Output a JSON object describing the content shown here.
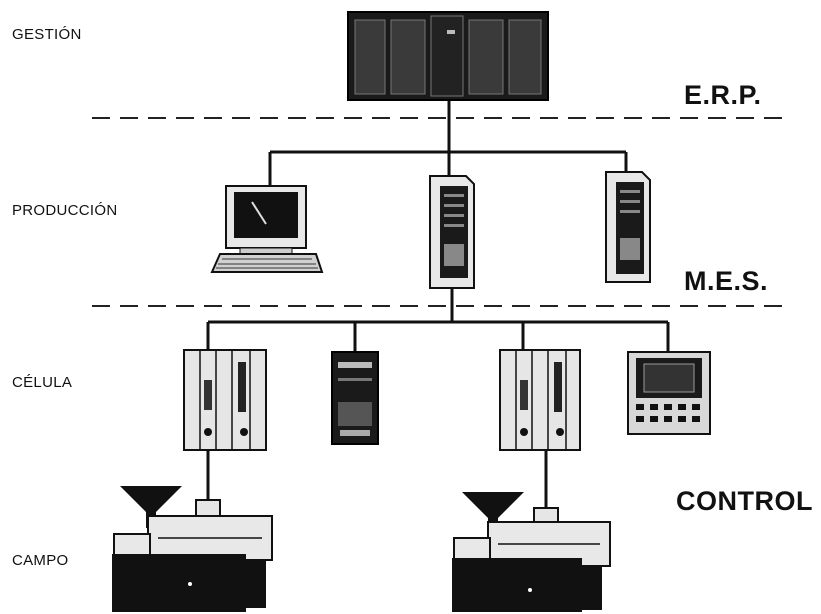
{
  "levels": {
    "gestion": "GESTIÓN",
    "produccion": "PRODUCCIÓN",
    "celula": "CÉLULA",
    "campo": "CAMPO"
  },
  "systems": {
    "erp": "E.R.P.",
    "mes": "M.E.S.",
    "control": "CONTROL"
  },
  "icons": {
    "mainframe": "mainframe-server-icon",
    "workstation": "computer-workstation-icon",
    "server": "tower-server-icon",
    "plc": "plc-rack-icon",
    "controller": "controller-unit-icon",
    "hmi": "hmi-panel-icon",
    "machine": "injection-molding-machine-icon"
  }
}
